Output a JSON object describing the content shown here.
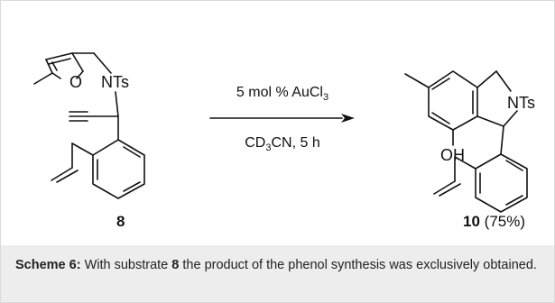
{
  "scheme": {
    "starting_material": {
      "label": "8",
      "atoms": {
        "o": "O",
        "nts": "NTs"
      }
    },
    "conditions": {
      "above": {
        "prefix": "5 mol % AuCl",
        "subscript": "3"
      },
      "below": {
        "prefix": "CD",
        "subscript": "3",
        "suffix": "CN, 5 h"
      }
    },
    "product": {
      "label": "10",
      "yield": "(75%)",
      "atoms": {
        "nts": "NTs",
        "oh": "OH"
      }
    }
  },
  "caption": {
    "bold_prefix": "Scheme 6:",
    "text_a": " With substrate ",
    "compound": "8",
    "text_b": " the product of the phenol synthesis was exclusively obtained."
  }
}
